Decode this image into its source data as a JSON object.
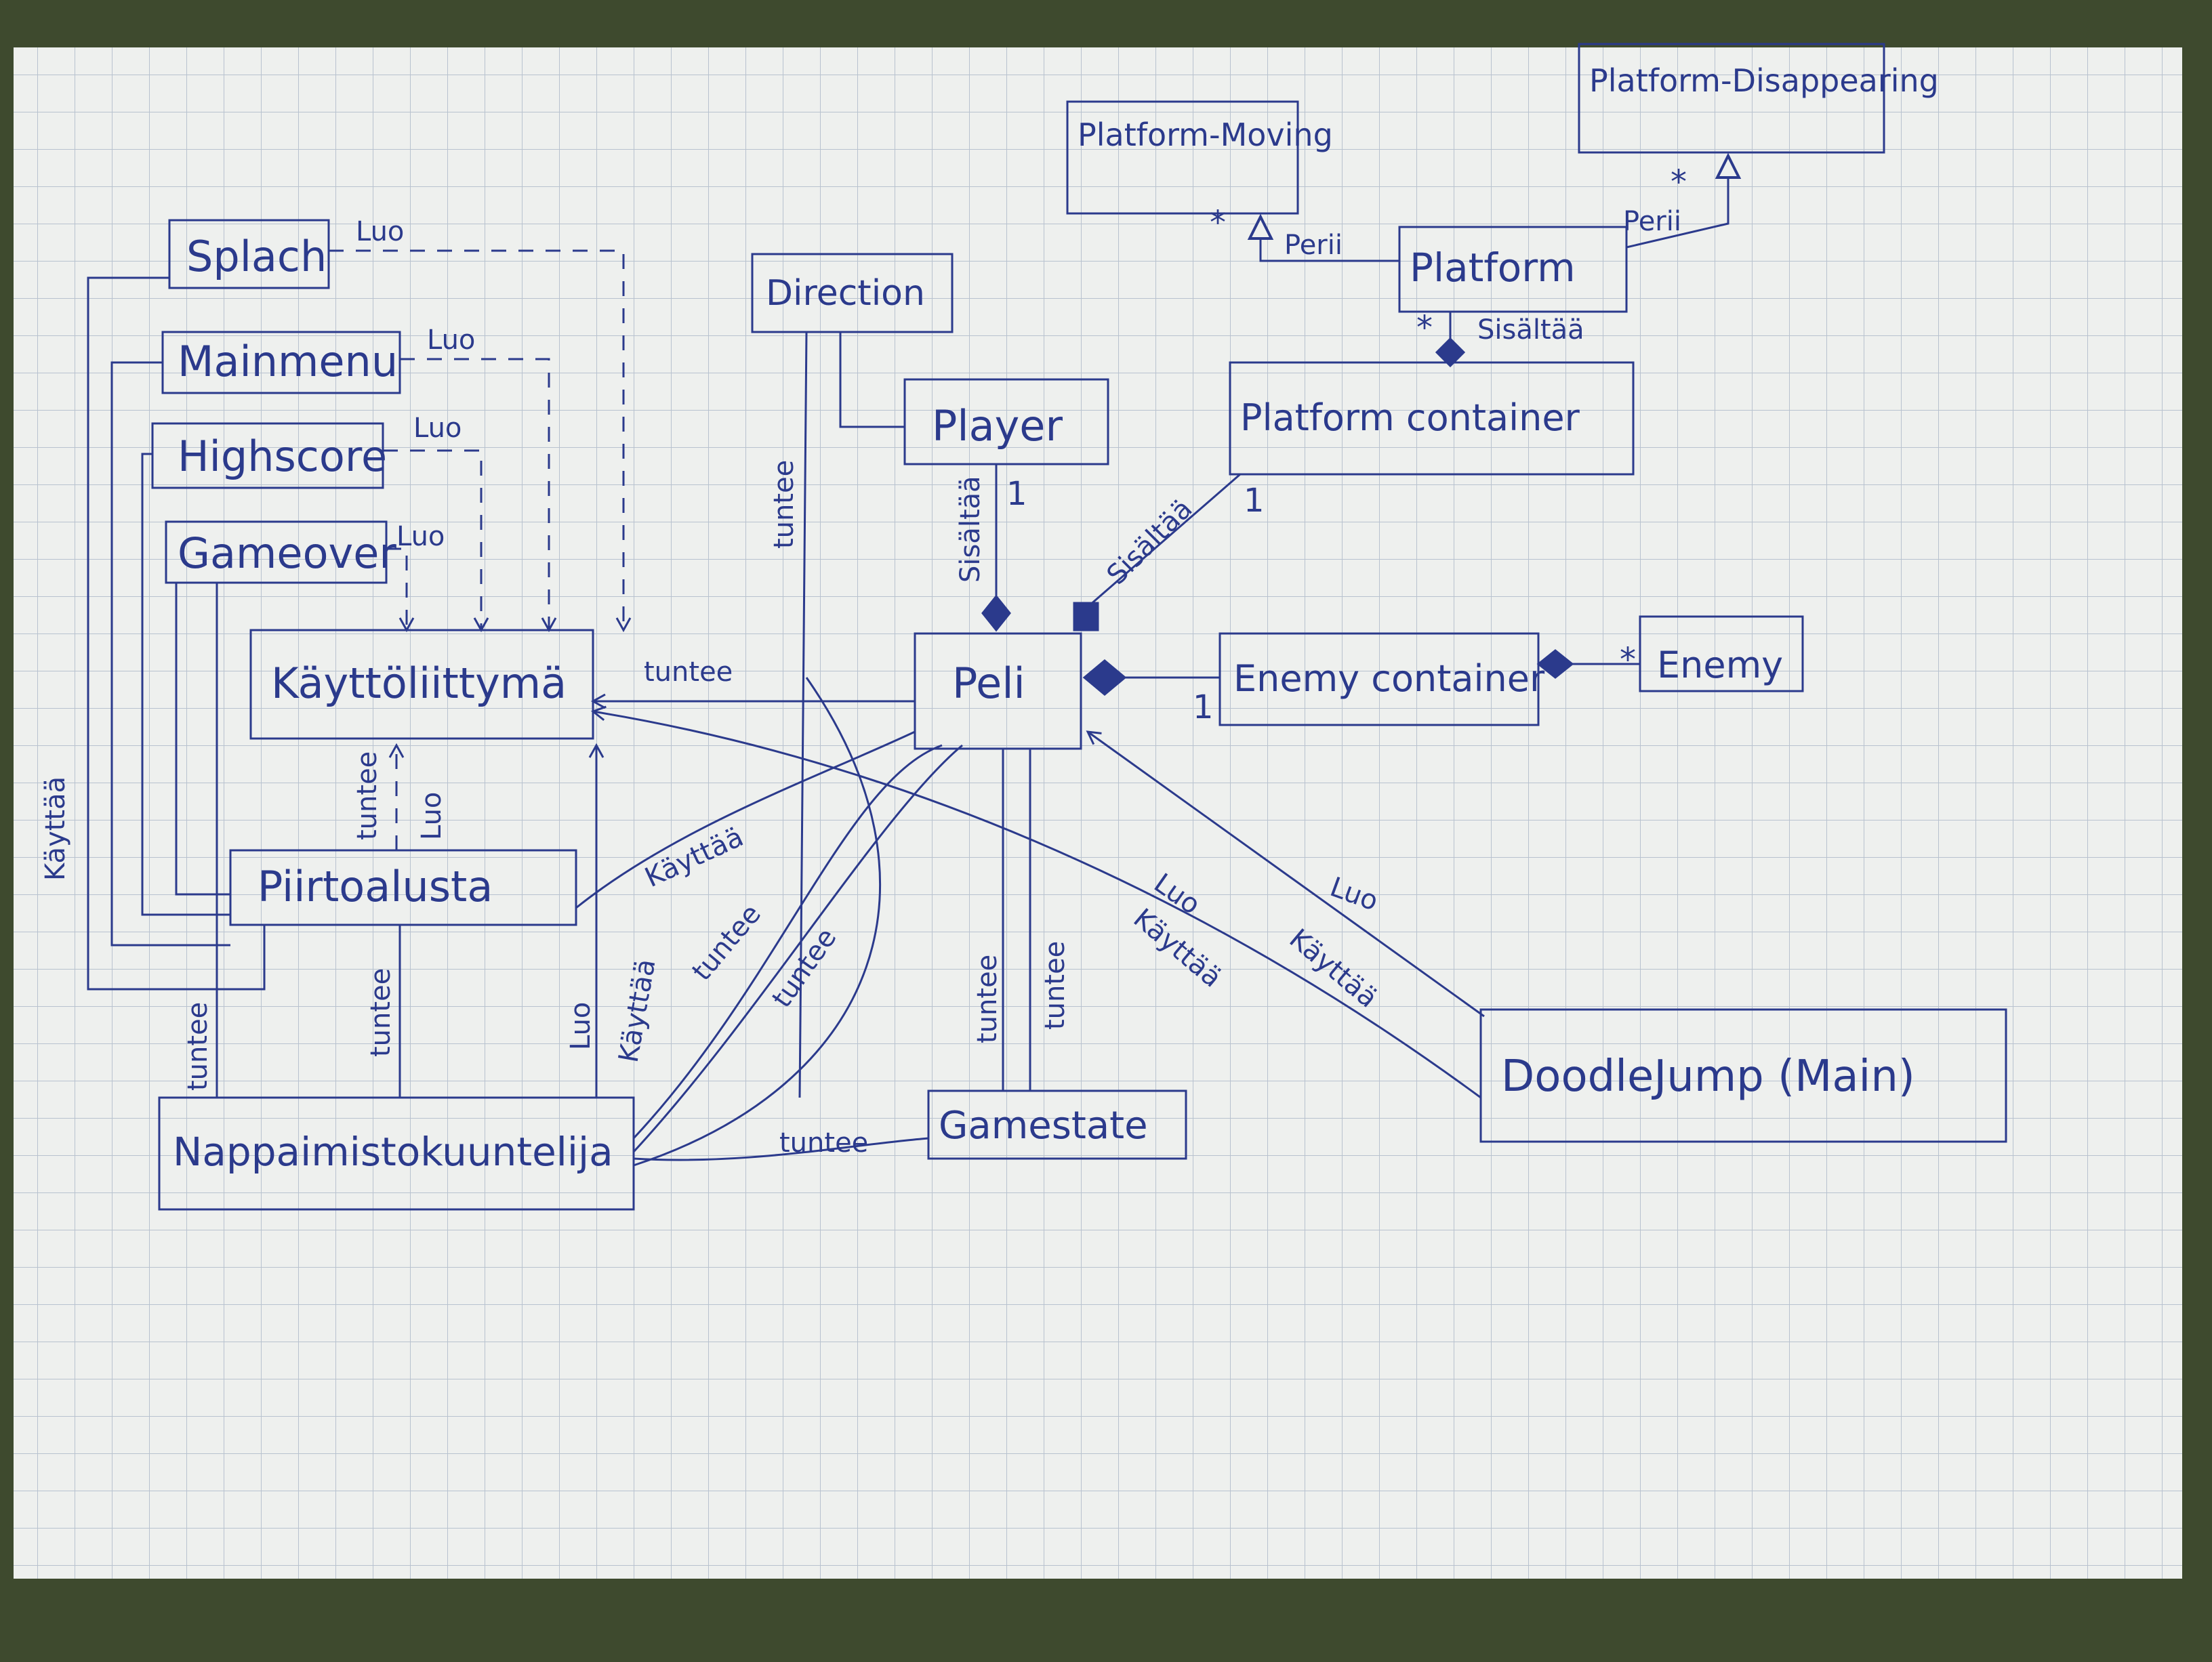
{
  "colors": {
    "ink": "#2b3a8c",
    "paper": "#eef0ee",
    "grid": "#b8c2cf",
    "grass": "#3e4a2e"
  },
  "classes": {
    "splach": "Splach",
    "mainmenu": "Mainmenu",
    "highscore": "Highscore",
    "gameover": "Gameover",
    "kayttoliittyma": "Käyttöliittymä",
    "piirtoalusta": "Piirtoalusta",
    "nappaimisto": "Nappaimistokuuntelija",
    "direction": "Direction",
    "player": "Player",
    "peli": "Peli",
    "gamestate": "Gamestate",
    "platform_moving": "Platform-Moving",
    "platform_disappearing": "Platform-Disappearing",
    "platform": "Platform",
    "platform_container": "Platform container",
    "enemy_container": "Enemy container",
    "enemy": "Enemy",
    "doodlejump": "DoodleJump (Main)"
  },
  "labels": {
    "luo": "Luo",
    "tuntee": "tuntee",
    "kayttaa": "Käyttää",
    "sisaltaa": "Sisältää",
    "peri": "Perii",
    "one": "1",
    "many": "*"
  }
}
